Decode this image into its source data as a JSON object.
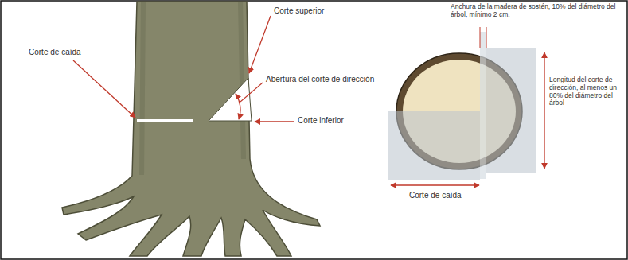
{
  "diagram": {
    "labels": [
      "Corte superior",
      "Corte de caída",
      "Abertura del corte de dirección",
      "Corte inferior",
      "Anchura de la madera de sostén, 10% del diámetro del árbol, mínimo 2 cm.",
      "Longitud del corte de dirección, al menos un 80% del diámetro del árbol",
      "Corte de caída"
    ]
  }
}
